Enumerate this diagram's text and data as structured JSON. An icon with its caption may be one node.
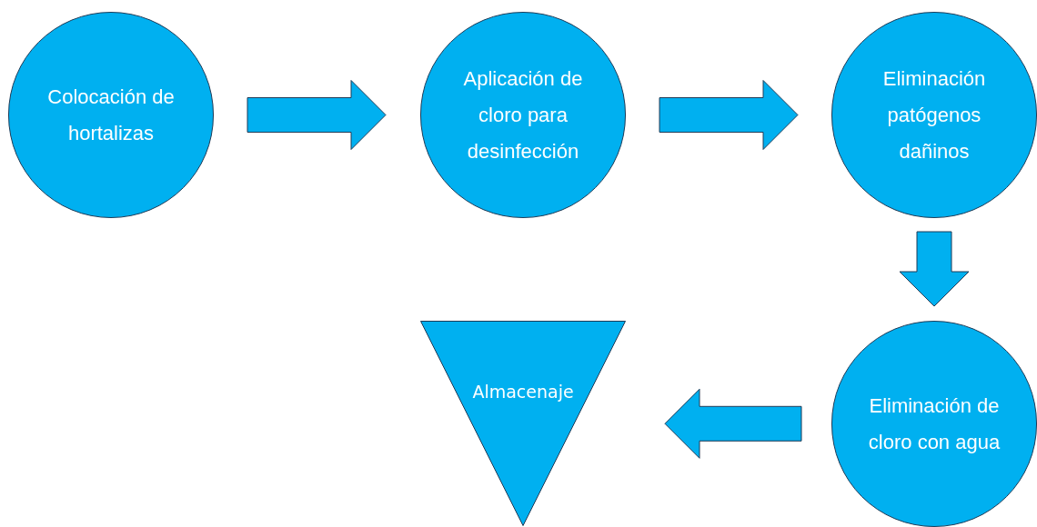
{
  "diagram": {
    "nodes": [
      {
        "text": [
          "Colocación de hortalizas"
        ]
      },
      {
        "text": [
          "Aplicación de cloro para desinfección"
        ]
      },
      {
        "text": [
          "Eliminación patógenos dañinos"
        ]
      },
      {
        "text": [
          "Eliminación de cloro con agua"
        ]
      },
      {
        "text": [
          "Almacenaje"
        ]
      }
    ],
    "edges": [
      {
        "from": 0,
        "to": 1,
        "arrow": "to",
        "style": "thick"
      },
      {
        "from": 1,
        "to": 2,
        "arrow": "to",
        "style": "thick"
      },
      {
        "from": 2,
        "to": 3,
        "arrow": "to",
        "style": "thick"
      },
      {
        "from": 3,
        "to": 4,
        "arrow": "to",
        "style": "thick"
      }
    ]
  }
}
